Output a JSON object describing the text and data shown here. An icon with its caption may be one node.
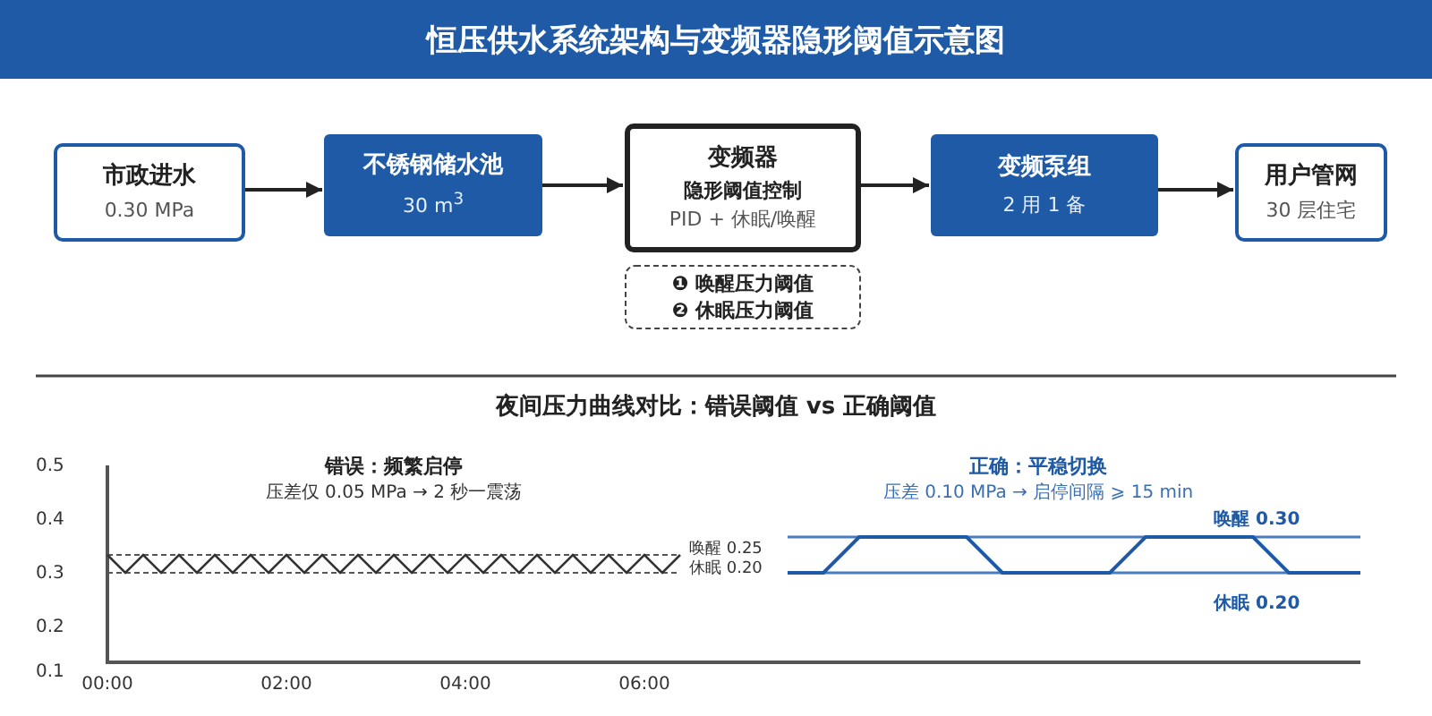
{
  "diagram": {
    "title": "恒压供水系统架构与变频器隐形阈值示意图",
    "nodes": [
      {
        "text": [
          "市政进水",
          "0.30 MPa"
        ]
      },
      {
        "text": [
          "不锈钢储水池",
          "30 m$^{3}$"
        ]
      },
      {
        "text": [
          "变频器",
          "隐形阈值控制",
          "PID + 休眠/唤醒"
        ]
      },
      {
        "text": [
          "❶ 唤醒压力阈值",
          "❷ 休眠压力阈值"
        ]
      },
      {
        "text": [
          "变频泵组",
          "2 用 1 备"
        ]
      },
      {
        "text": [
          "用户管网",
          "30 层住宅"
        ]
      }
    ],
    "edges": [
      {
        "from": 0,
        "to": 1,
        "arrow": "to"
      },
      {
        "from": 1,
        "to": 2,
        "arrow": "to"
      },
      {
        "from": 2,
        "to": 4,
        "arrow": "to"
      },
      {
        "from": 4,
        "to": 5,
        "arrow": "to"
      }
    ],
    "labels": [
      "夜间压力曲线对比：错误阈值 vs 正确阈值",
      "错误：频繁启停",
      "压差仅 0.05 MPa → 2 秒一震荡",
      "正确：平稳切换",
      "压差 0.10 MPa → 启停间隔 ⩾ 15 min",
      "0.5",
      "0.4",
      "唤醒 0.30",
      "0.3",
      "唤醒 0.25",
      "休眠 0.20",
      "休眠 0.20",
      "0.2",
      "0.1",
      "00:00",
      "02:00",
      "04:00",
      "06:00"
    ]
  }
}
